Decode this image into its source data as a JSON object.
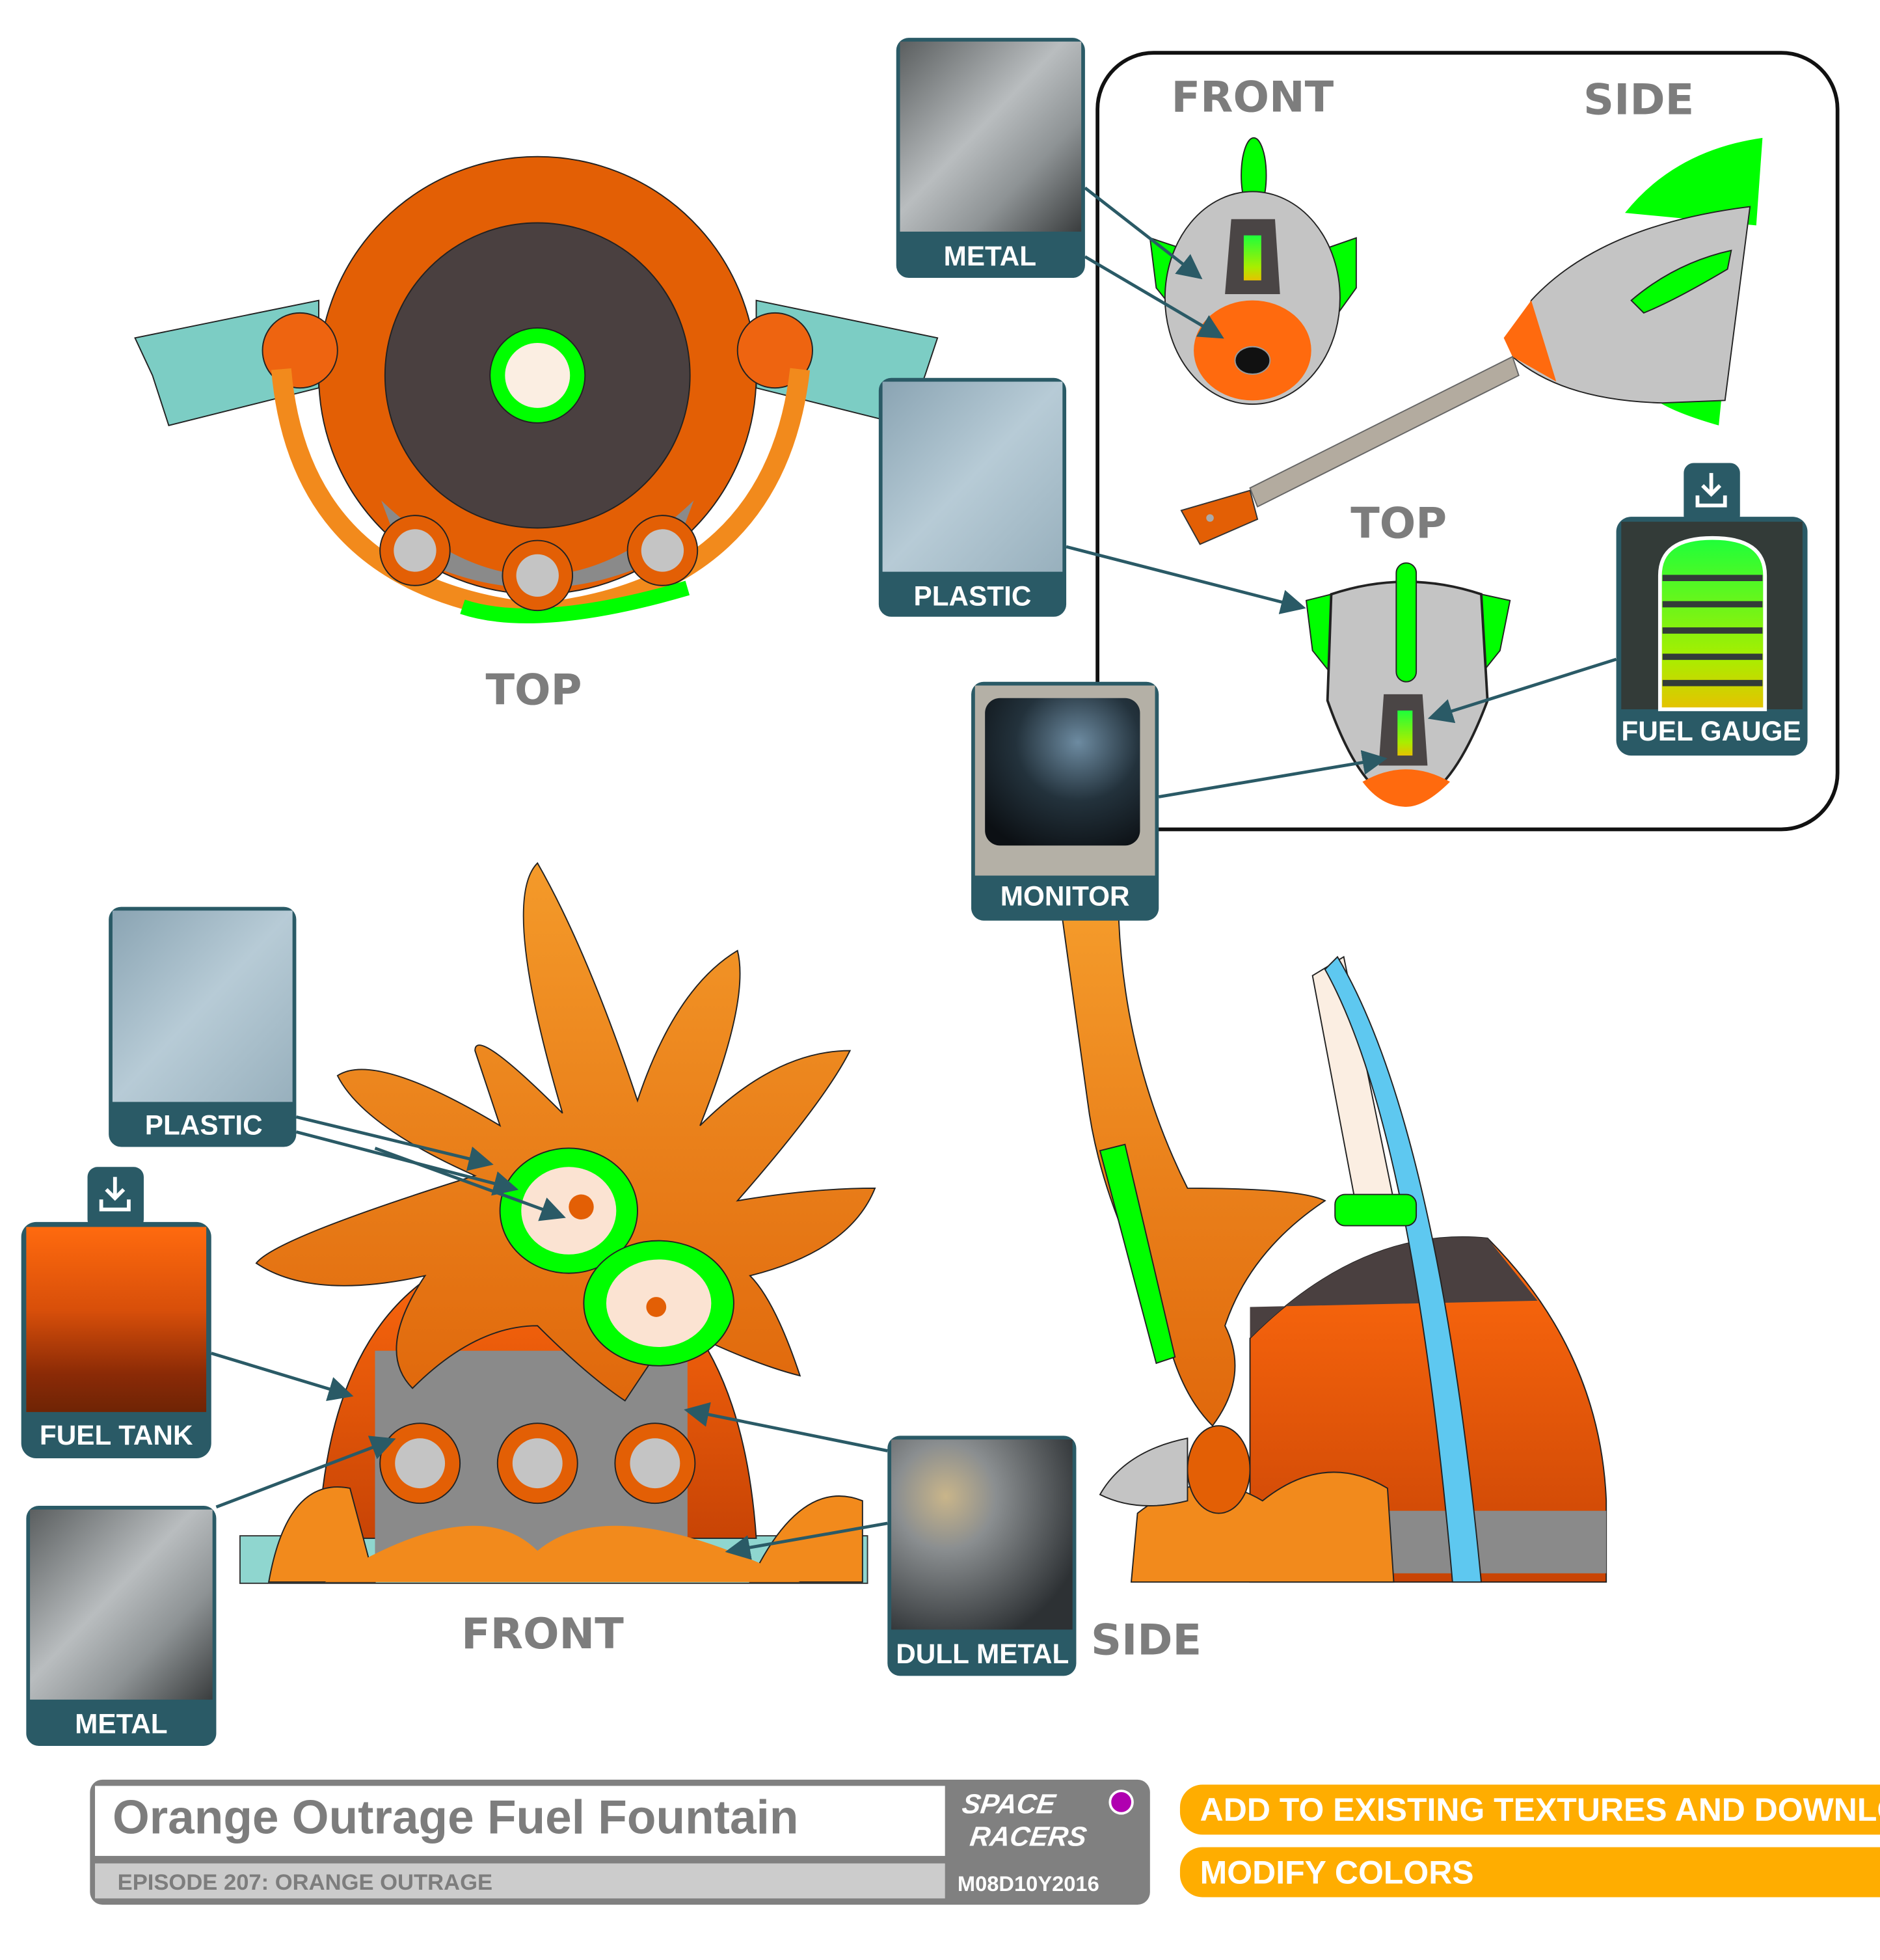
{
  "title_block": {
    "title": "Orange Outrage Fuel Fountain",
    "episode": "EPISODE 207: ORANGE OUTRAGE",
    "logo_text": "SPACE RACERS",
    "date": "M08D10Y2016"
  },
  "buttons": {
    "add_textures": "ADD TO EXISTING TEXTURES AND DOWNLOAD",
    "modify_colors": "MODIFY COLORS"
  },
  "views": {
    "top_main": "TOP",
    "front_main": "FRONT",
    "side_main": "SIDE",
    "inset_front": "FRONT",
    "inset_side": "SIDE",
    "inset_top": "TOP"
  },
  "texture_cards": {
    "metal_top": "METAL",
    "plastic_top": "PLASTIC",
    "monitor": "MONITOR",
    "fuel_gauge": "FUEL GAUGE",
    "plastic_front": "PLASTIC",
    "fuel_tank": "FUEL TANK",
    "metal_front": "METAL",
    "dull_metal": "DULL METAL"
  },
  "colors": {
    "accent_orange": "#ffad00",
    "card_teal": "#2a5a66",
    "neon_green": "#00ff00",
    "body_orange": "#e35f05",
    "splash_orange": "#f28a1c"
  },
  "icons": [
    "download-icon"
  ]
}
